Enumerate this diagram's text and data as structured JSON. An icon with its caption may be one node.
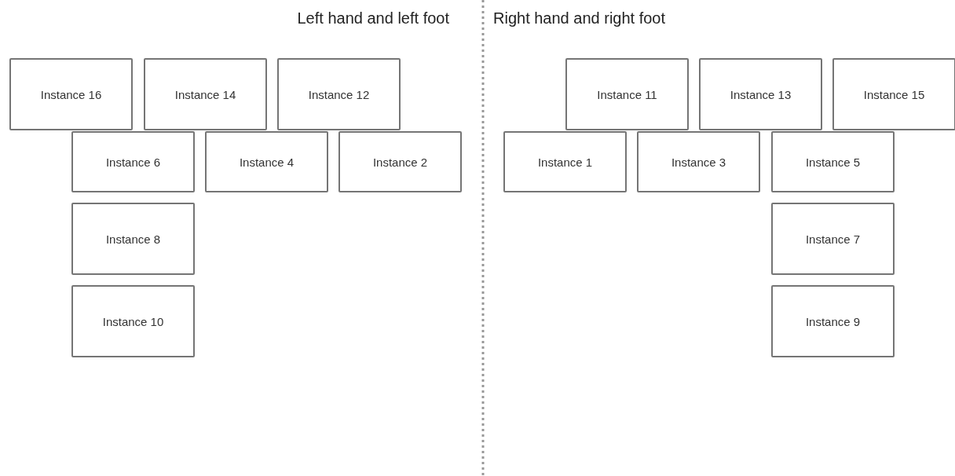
{
  "diagram": {
    "nodes": [
      {
        "text": [
          "Instance 16"
        ]
      },
      {
        "text": [
          "Instance 14"
        ]
      },
      {
        "text": [
          "Instance 12"
        ]
      },
      {
        "text": [
          "Instance 11"
        ]
      },
      {
        "text": [
          "Instance 13"
        ]
      },
      {
        "text": [
          "Instance 15"
        ]
      },
      {
        "text": [
          "Instance 6"
        ]
      },
      {
        "text": [
          "Instance 4"
        ]
      },
      {
        "text": [
          "Instance 2"
        ]
      },
      {
        "text": [
          "Instance 1"
        ]
      },
      {
        "text": [
          "Instance 3"
        ]
      },
      {
        "text": [
          "Instance 5"
        ]
      },
      {
        "text": [
          "Instance 8"
        ]
      },
      {
        "text": [
          "Instance 7"
        ]
      },
      {
        "text": [
          "Instance 10"
        ]
      },
      {
        "text": [
          "Instance 9"
        ]
      }
    ],
    "labels": [
      "Left hand and left foot",
      "Right hand and right foot"
    ]
  }
}
